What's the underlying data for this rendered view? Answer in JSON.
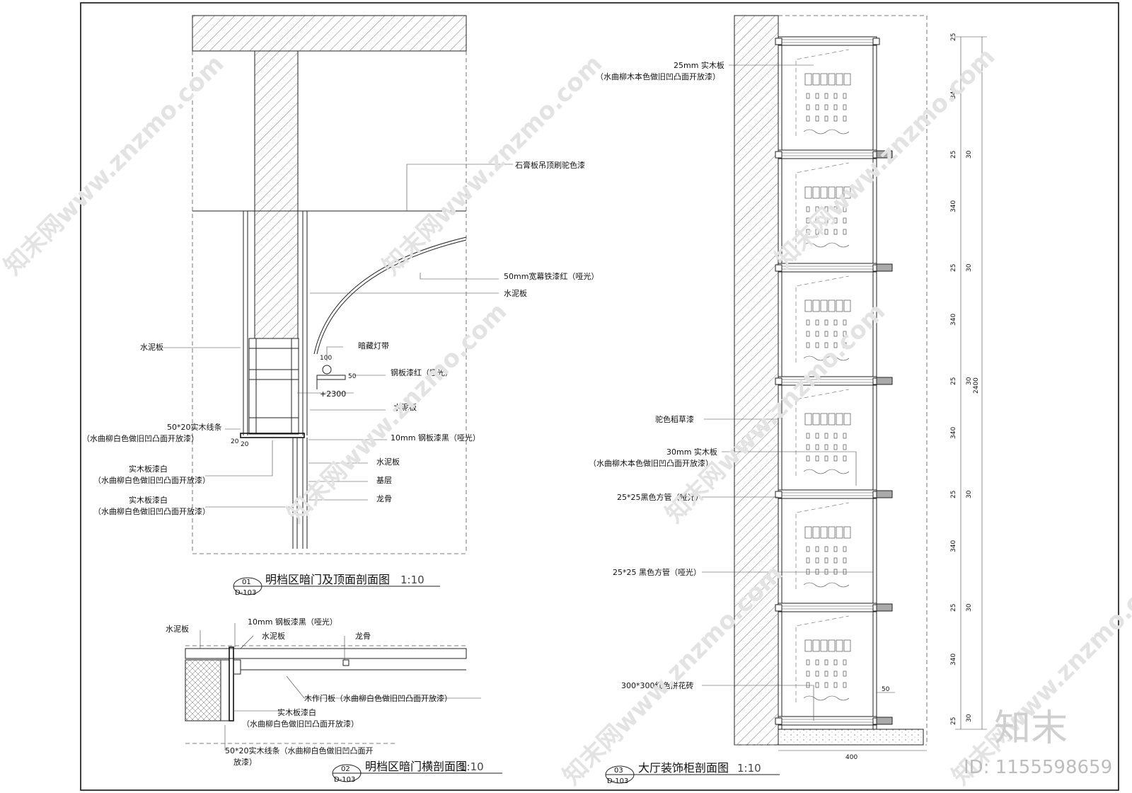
{
  "section1": {
    "label_top_ceiling": "石膏板吊顶刷驼色漆",
    "label_iron_trim": "50mm宽幕铁漆红（哑光）",
    "label_cement_right": "水泥板",
    "label_cement_left": "水泥板",
    "label_light_strip": "暗藏灯带",
    "dim_100": "100",
    "dim_50": "50",
    "label_steel_red": "钢板漆红（哑光）",
    "label_elevation": "+2300",
    "label_cement_mid": "水泥板",
    "label_wood_strip_l1": "50*20实木线条",
    "label_wood_strip_l2": "（水曲柳白色做旧凹凸面开放漆）",
    "dim_20a": "20",
    "dim_20b": "20",
    "label_steel_black": "10mm 钢板漆黑（哑光）",
    "label_cement_low": "水泥板",
    "label_base": "基层",
    "label_keel": "龙骨",
    "label_wood_white1_l1": "实木板漆白",
    "label_wood_white1_l2": "（水曲柳白色做旧凹凸面开放漆）",
    "label_wood_white2_l1": "实木板漆白",
    "label_wood_white2_l2": "（水曲柳白色做旧凹凸面开放漆）",
    "ref_no": "01",
    "ref_sheet": "D-103",
    "title": "明档区暗门及顶面剖面图",
    "scale": "1:10"
  },
  "section2": {
    "label_cement_a": "水泥板",
    "label_steel_black": "10mm 钢板漆黑（哑光）",
    "label_cement_b": "水泥板",
    "label_keel": "龙骨",
    "label_door": "木作门板（水曲柳白色做旧凹凸面开放漆）",
    "label_wood_white_l1": "实木板漆白",
    "label_wood_white_l2": "（水曲柳白色做旧凹凸面开放漆）",
    "label_strip_l1": "50*20实木线条（水曲柳白色做旧凹凸面开",
    "label_strip_l2": "放漆）",
    "ref_no": "02",
    "ref_sheet": "D-103",
    "title": "明档区暗门横剖面图",
    "scale": "1:10"
  },
  "section3": {
    "label_board25_l1": "25mm 实木板",
    "label_board25_l2": "（水曲柳木本色做旧凹凸面开放漆）",
    "label_paint": "驼色稻草漆",
    "label_board30_l1": "30mm 实木板",
    "label_board30_l2": "（水曲柳木本色做旧凹凸面开放漆）",
    "label_tube1": "25*25黑色方管（哑光）",
    "label_tube2": "25*25 黑色方管（哑光）",
    "label_tile": "300*300红色拼花砖",
    "dim_50": "50",
    "dim_400": "400",
    "dim_total": "2400",
    "dims_col": [
      "25",
      "340",
      "30",
      "25",
      "340",
      "30",
      "25",
      "340",
      "30",
      "25",
      "340",
      "30",
      "25",
      "340",
      "30",
      "25",
      "340",
      "30",
      "25"
    ],
    "ref_no": "03",
    "ref_sheet": "D-103",
    "title": "大厅装饰柜剖面图",
    "scale": "1:10"
  },
  "watermark": {
    "text": "知末网www.znzmo.com",
    "logo": "知末",
    "id": "ID: 1155598659"
  }
}
